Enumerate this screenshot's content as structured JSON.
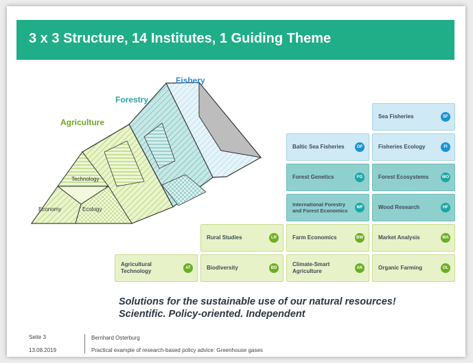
{
  "title": "3 x 3 Structure, 14 Institutes, 1 Guiding Theme",
  "prism": {
    "fishery_label": "Fishery",
    "forestry_label": "Forestry",
    "agriculture_label": "Agriculture",
    "facets": [
      "Technology",
      "Economy",
      "Ecology"
    ]
  },
  "colors": {
    "banner": "#1fae87",
    "fishery": "#cfe9f5",
    "forestry": "#8fd0cf",
    "agriculture": "#e8f2c8"
  },
  "institutes": [
    {
      "name": "Sea Fisheries",
      "code": "SF",
      "group": "fishery"
    },
    {
      "name": "Baltic Sea Fisheries",
      "code": "OF",
      "group": "fishery"
    },
    {
      "name": "Fisheries Ecology",
      "code": "FI",
      "group": "fishery"
    },
    {
      "name": "Forest Genetics",
      "code": "FG",
      "group": "forestry"
    },
    {
      "name": "Forest Ecosystems",
      "code": "WO",
      "group": "forestry"
    },
    {
      "name": "International Forestry and Forest Economics",
      "code": "WF",
      "group": "forestry"
    },
    {
      "name": "Wood Research",
      "code": "HF",
      "group": "forestry"
    },
    {
      "name": "Rural Studies",
      "code": "LR",
      "group": "agriculture"
    },
    {
      "name": "Farm Economics",
      "code": "BW",
      "group": "agriculture"
    },
    {
      "name": "Market Analysis",
      "code": "MA",
      "group": "agriculture"
    },
    {
      "name": "Agricultural Technology",
      "code": "AT",
      "group": "agriculture"
    },
    {
      "name": "Biodiversity",
      "code": "BD",
      "group": "agriculture"
    },
    {
      "name": "Climate-Smart Agriculture",
      "code": "AK",
      "group": "agriculture"
    },
    {
      "name": "Organic Farming",
      "code": "OL",
      "group": "agriculture"
    }
  ],
  "tagline": {
    "line1": "Solutions  for the sustainable use of our natural resources!",
    "line2": "Scientific. Policy-oriented. Independent"
  },
  "footer": {
    "page": "Seite 3",
    "date": "13.08.2019",
    "author": "Bernhard Osterburg",
    "subtitle": "Practical example of research-based  policy advice:  Greenhouse gases"
  }
}
